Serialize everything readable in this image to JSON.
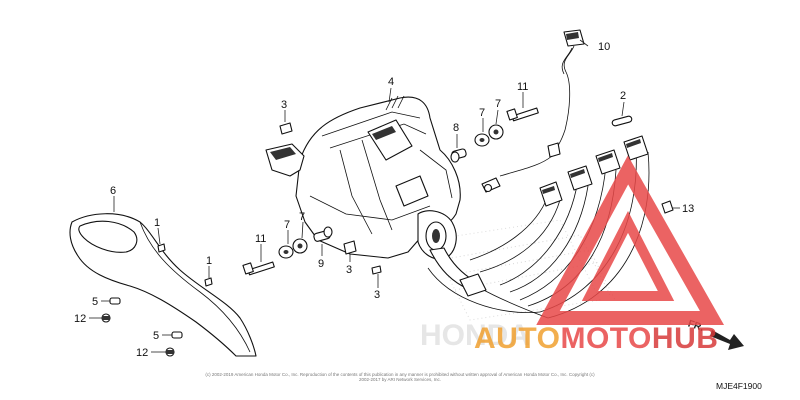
{
  "diagram": {
    "callouts": [
      {
        "id": "c-1a",
        "text": "1"
      },
      {
        "id": "c-1b",
        "text": "1"
      },
      {
        "id": "c-2",
        "text": "2"
      },
      {
        "id": "c-3a",
        "text": "3"
      },
      {
        "id": "c-3b",
        "text": "3"
      },
      {
        "id": "c-3c",
        "text": "3"
      },
      {
        "id": "c-4",
        "text": "4"
      },
      {
        "id": "c-5a",
        "text": "5"
      },
      {
        "id": "c-5b",
        "text": "5"
      },
      {
        "id": "c-6",
        "text": "6"
      },
      {
        "id": "c-7a",
        "text": "7"
      },
      {
        "id": "c-7b",
        "text": "7"
      },
      {
        "id": "c-7c",
        "text": "7"
      },
      {
        "id": "c-7d",
        "text": "7"
      },
      {
        "id": "c-8",
        "text": "8"
      },
      {
        "id": "c-9",
        "text": "9"
      },
      {
        "id": "c-10",
        "text": "10"
      },
      {
        "id": "c-11a",
        "text": "11"
      },
      {
        "id": "c-11b",
        "text": "11"
      },
      {
        "id": "c-12a",
        "text": "12"
      },
      {
        "id": "c-12b",
        "text": "12"
      },
      {
        "id": "c-13",
        "text": "13"
      }
    ],
    "front_arrow_label": "FR.",
    "reference_code": "MJE4F1900",
    "copyright": "(c) 2002-2019 American Honda Motor Co., Inc. Reproduction of the contents of this publication in any manner is prohibited without written approval of American Honda Motor Co., Inc. Copyright (c) 2002-2017 by ARI Network Services, Inc.",
    "faded_brand_text": "HONDA"
  },
  "watermark": {
    "brand_part_1": "AUTO",
    "brand_part_2": "MOTO",
    "brand_part_3": "HUB",
    "colors": {
      "auto": "#f0a030",
      "moto": "#e84848",
      "hub": "#d83a3a",
      "triangle": "#e84848"
    }
  }
}
